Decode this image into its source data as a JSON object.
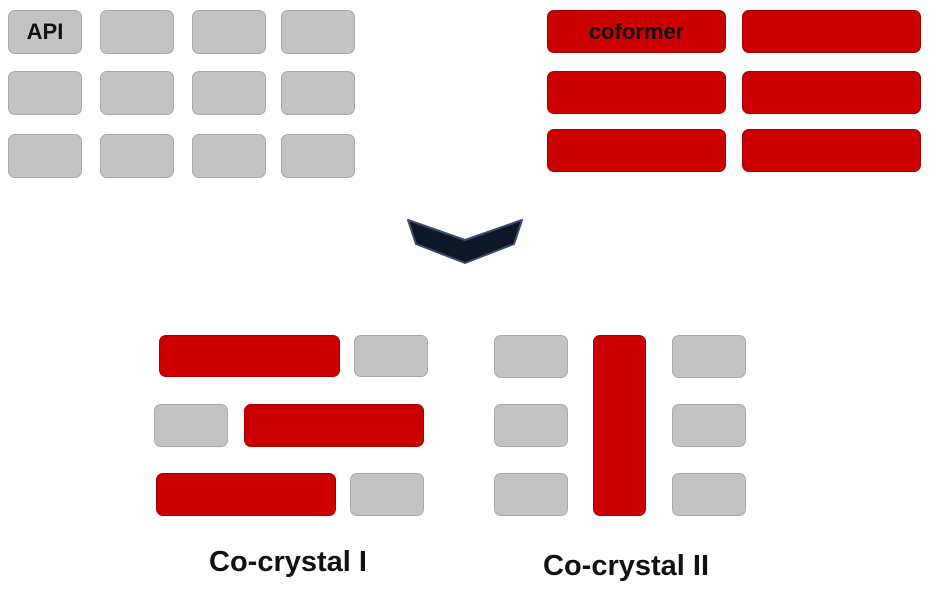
{
  "labels": {
    "api": "API",
    "coformer": "coformer"
  },
  "captions": {
    "cocrystal_1": "Co-crystal I",
    "cocrystal_2": "Co-crystal II"
  },
  "icons": {
    "transform_arrow": "chevron-down-icon"
  },
  "colors": {
    "api": "#c3c3c3",
    "coformer": "#cc0000",
    "arrow_fill": "#0f1626",
    "arrow_stroke": "#3a4b73",
    "text": "#111111"
  }
}
